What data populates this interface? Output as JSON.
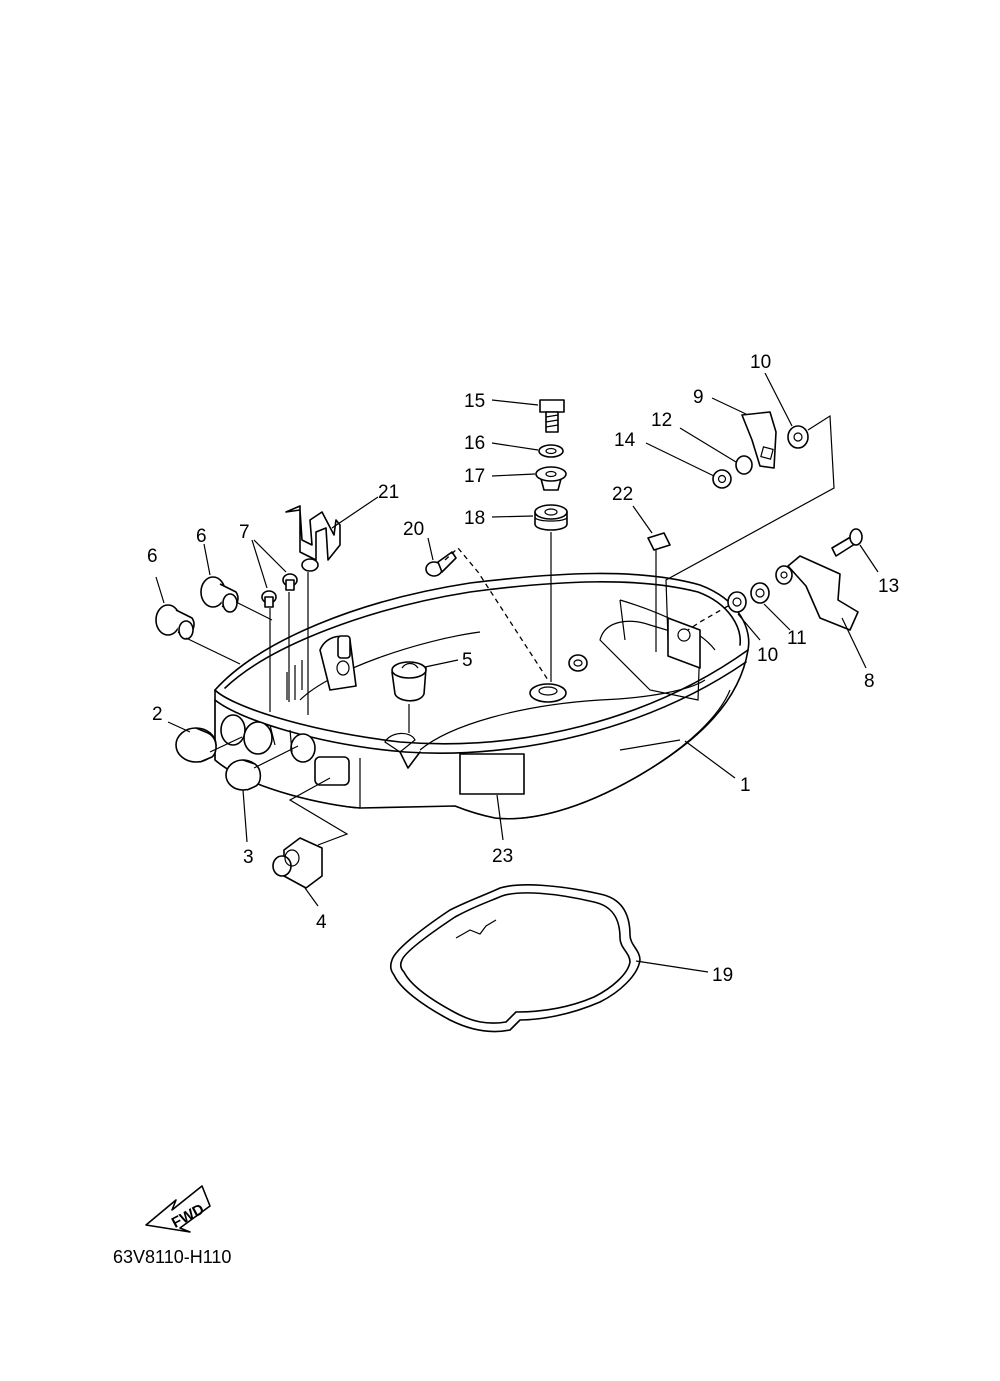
{
  "diagram_code": "63V8110-H110",
  "direction_label": "FWD",
  "callouts": [
    {
      "id": "1",
      "text": "1"
    },
    {
      "id": "2",
      "text": "2"
    },
    {
      "id": "3",
      "text": "3"
    },
    {
      "id": "4",
      "text": "4"
    },
    {
      "id": "5",
      "text": "5"
    },
    {
      "id": "6a",
      "text": "6"
    },
    {
      "id": "6b",
      "text": "6"
    },
    {
      "id": "7",
      "text": "7"
    },
    {
      "id": "8",
      "text": "8"
    },
    {
      "id": "9",
      "text": "9"
    },
    {
      "id": "10a",
      "text": "10"
    },
    {
      "id": "10b",
      "text": "10"
    },
    {
      "id": "11",
      "text": "11"
    },
    {
      "id": "12",
      "text": "12"
    },
    {
      "id": "13",
      "text": "13"
    },
    {
      "id": "14",
      "text": "14"
    },
    {
      "id": "15",
      "text": "15"
    },
    {
      "id": "16",
      "text": "16"
    },
    {
      "id": "17",
      "text": "17"
    },
    {
      "id": "18",
      "text": "18"
    },
    {
      "id": "19",
      "text": "19"
    },
    {
      "id": "20",
      "text": "20"
    },
    {
      "id": "21",
      "text": "21"
    },
    {
      "id": "22",
      "text": "22"
    },
    {
      "id": "23",
      "text": "23"
    }
  ]
}
